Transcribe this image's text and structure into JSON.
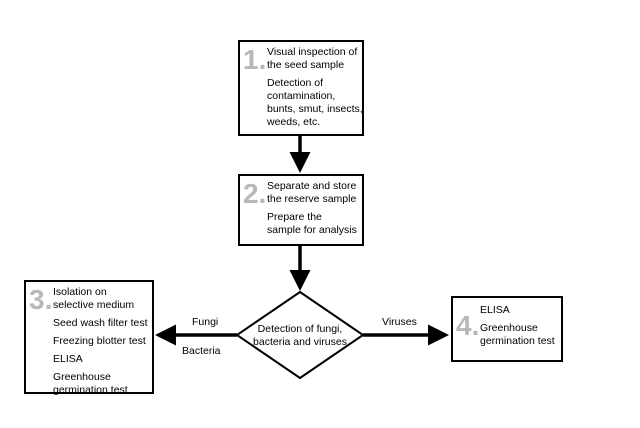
{
  "steps": [
    {
      "number": "1.",
      "lines": [
        "Visual inspection of the seed sample",
        "Detection of contamination, bunts, smut, insects, weeds, etc."
      ]
    },
    {
      "number": "2.",
      "lines": [
        "Separate and store the reserve sample",
        "Prepare the sample for analysis"
      ]
    },
    {
      "number": "3.",
      "lines": [
        "Isolation on selective medium",
        "Seed wash filter test",
        "Freezing blotter test",
        "ELISA",
        "Greenhouse germination test"
      ]
    },
    {
      "number": "4.",
      "lines": [
        "ELISA",
        "Greenhouse germination test"
      ]
    }
  ],
  "decision": {
    "text": "Detection of fungi, bacteria and viruses"
  },
  "edge_labels": {
    "fungi": "Fungi",
    "bacteria": "Bacteria",
    "viruses": "Viruses"
  }
}
